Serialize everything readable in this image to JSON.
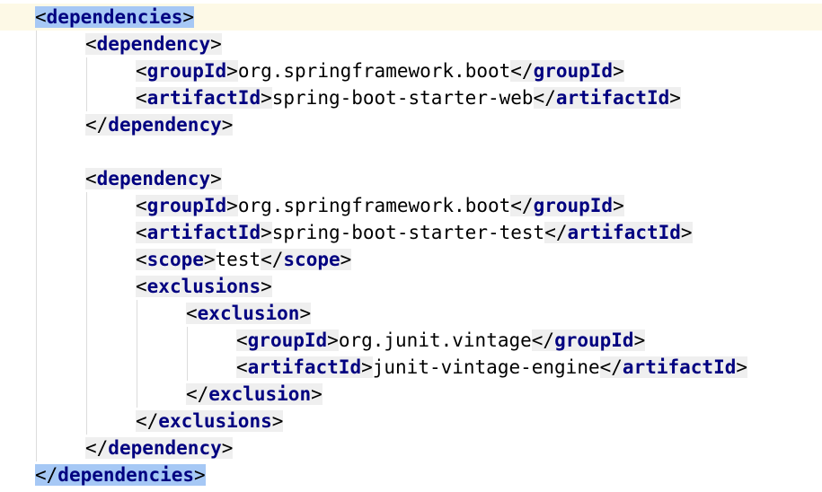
{
  "editor": {
    "gutter_icon": "intention-bulb-icon",
    "accent_highlight": "#a6c8f5",
    "tag_color": "#000080",
    "lines": [
      {
        "indent": 0,
        "tokens": [
          {
            "t": "b",
            "v": "<"
          },
          {
            "t": "tag",
            "v": "dependencies"
          },
          {
            "t": "b",
            "v": ">"
          }
        ],
        "highlight": true,
        "current": true
      },
      {
        "indent": 1,
        "tokens": [
          {
            "t": "b",
            "v": "<"
          },
          {
            "t": "tag",
            "v": "dependency"
          },
          {
            "t": "b",
            "v": ">"
          }
        ]
      },
      {
        "indent": 2,
        "tokens": [
          {
            "t": "b",
            "v": "<"
          },
          {
            "t": "tag",
            "v": "groupId"
          },
          {
            "t": "b",
            "v": ">"
          },
          {
            "t": "txt",
            "v": "org.springframework.boot"
          },
          {
            "t": "b",
            "v": "</"
          },
          {
            "t": "tag",
            "v": "groupId"
          },
          {
            "t": "b",
            "v": ">"
          }
        ]
      },
      {
        "indent": 2,
        "tokens": [
          {
            "t": "b",
            "v": "<"
          },
          {
            "t": "tag",
            "v": "artifactId"
          },
          {
            "t": "b",
            "v": ">"
          },
          {
            "t": "txt",
            "v": "spring-boot-starter-web"
          },
          {
            "t": "b",
            "v": "</"
          },
          {
            "t": "tag",
            "v": "artifactId"
          },
          {
            "t": "b",
            "v": ">"
          }
        ]
      },
      {
        "indent": 1,
        "tokens": [
          {
            "t": "b",
            "v": "</"
          },
          {
            "t": "tag",
            "v": "dependency"
          },
          {
            "t": "b",
            "v": ">"
          }
        ]
      },
      {
        "indent": 0,
        "tokens": []
      },
      {
        "indent": 1,
        "tokens": [
          {
            "t": "b",
            "v": "<"
          },
          {
            "t": "tag",
            "v": "dependency"
          },
          {
            "t": "b",
            "v": ">"
          }
        ]
      },
      {
        "indent": 2,
        "tokens": [
          {
            "t": "b",
            "v": "<"
          },
          {
            "t": "tag",
            "v": "groupId"
          },
          {
            "t": "b",
            "v": ">"
          },
          {
            "t": "txt",
            "v": "org.springframework.boot"
          },
          {
            "t": "b",
            "v": "</"
          },
          {
            "t": "tag",
            "v": "groupId"
          },
          {
            "t": "b",
            "v": ">"
          }
        ]
      },
      {
        "indent": 2,
        "tokens": [
          {
            "t": "b",
            "v": "<"
          },
          {
            "t": "tag",
            "v": "artifactId"
          },
          {
            "t": "b",
            "v": ">"
          },
          {
            "t": "txt",
            "v": "spring-boot-starter-test"
          },
          {
            "t": "b",
            "v": "</"
          },
          {
            "t": "tag",
            "v": "artifactId"
          },
          {
            "t": "b",
            "v": ">"
          }
        ]
      },
      {
        "indent": 2,
        "tokens": [
          {
            "t": "b",
            "v": "<"
          },
          {
            "t": "tag",
            "v": "scope"
          },
          {
            "t": "b",
            "v": ">"
          },
          {
            "t": "txt",
            "v": "test"
          },
          {
            "t": "b",
            "v": "</"
          },
          {
            "t": "tag",
            "v": "scope"
          },
          {
            "t": "b",
            "v": ">"
          }
        ]
      },
      {
        "indent": 2,
        "tokens": [
          {
            "t": "b",
            "v": "<"
          },
          {
            "t": "tag",
            "v": "exclusions"
          },
          {
            "t": "b",
            "v": ">"
          }
        ]
      },
      {
        "indent": 3,
        "tokens": [
          {
            "t": "b",
            "v": "<"
          },
          {
            "t": "tag",
            "v": "exclusion"
          },
          {
            "t": "b",
            "v": ">"
          }
        ]
      },
      {
        "indent": 4,
        "tokens": [
          {
            "t": "b",
            "v": "<"
          },
          {
            "t": "tag",
            "v": "groupId"
          },
          {
            "t": "b",
            "v": ">"
          },
          {
            "t": "txt",
            "v": "org.junit.vintage"
          },
          {
            "t": "b",
            "v": "</"
          },
          {
            "t": "tag",
            "v": "groupId"
          },
          {
            "t": "b",
            "v": ">"
          }
        ]
      },
      {
        "indent": 4,
        "tokens": [
          {
            "t": "b",
            "v": "<"
          },
          {
            "t": "tag",
            "v": "artifactId"
          },
          {
            "t": "b",
            "v": ">"
          },
          {
            "t": "txt",
            "v": "junit-vintage-engine"
          },
          {
            "t": "b",
            "v": "</"
          },
          {
            "t": "tag",
            "v": "artifactId"
          },
          {
            "t": "b",
            "v": ">"
          }
        ]
      },
      {
        "indent": 3,
        "tokens": [
          {
            "t": "b",
            "v": "</"
          },
          {
            "t": "tag",
            "v": "exclusion"
          },
          {
            "t": "b",
            "v": ">"
          }
        ]
      },
      {
        "indent": 2,
        "tokens": [
          {
            "t": "b",
            "v": "</"
          },
          {
            "t": "tag",
            "v": "exclusions"
          },
          {
            "t": "b",
            "v": ">"
          }
        ]
      },
      {
        "indent": 1,
        "tokens": [
          {
            "t": "b",
            "v": "</"
          },
          {
            "t": "tag",
            "v": "dependency"
          },
          {
            "t": "b",
            "v": ">"
          }
        ]
      },
      {
        "indent": 0,
        "tokens": [
          {
            "t": "b",
            "v": "</"
          },
          {
            "t": "tag",
            "v": "dependencies"
          },
          {
            "t": "b",
            "v": ">"
          }
        ],
        "highlight": true
      }
    ]
  }
}
